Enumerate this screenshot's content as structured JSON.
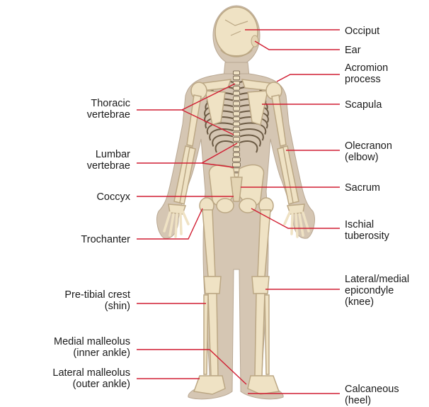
{
  "colors": {
    "leader_line": "#d11f33",
    "body_silhouette": "#d5c6b3",
    "body_outline": "#b9a893",
    "bone": "#efe2c4",
    "bone_shade": "#bba784",
    "bone_dark": "#6b5a44",
    "text": "#1a1a1a"
  },
  "labels": {
    "occiput": "Occiput",
    "ear": "Ear",
    "acromion": "Acromion\nprocess",
    "scapula": "Scapula",
    "olecranon": "Olecranon\n(elbow)",
    "sacrum": "Sacrum",
    "ischial": "Ischial\ntuberosity",
    "epicondyle": "Lateral/medial\nepicondyle\n(knee)",
    "calcaneous": "Calcaneous\n(heel)",
    "thoracic": "Thoracic\nvertebrae",
    "lumbar": "Lumbar\nvertebrae",
    "coccyx": "Coccyx",
    "trochanter": "Trochanter",
    "pretibial": "Pre-tibial crest\n(shin)",
    "medial_malleolus": "Medial malleolus\n(inner ankle)",
    "lateral_malleolus": "Lateral malleolus\n(outer ankle)"
  }
}
